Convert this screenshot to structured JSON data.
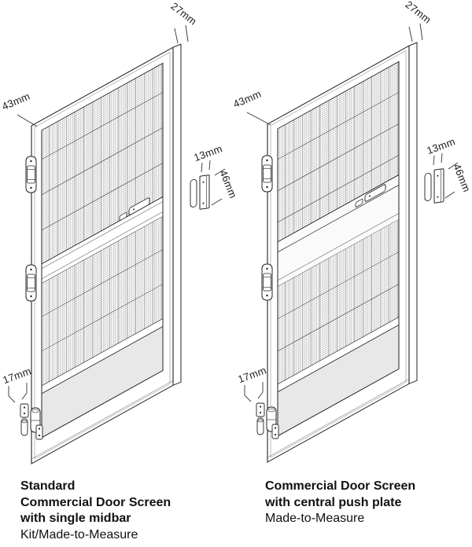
{
  "diagrams": {
    "left": {
      "dimensions": {
        "frame_depth": "27mm",
        "frame_width": "43mm",
        "catch_width": "13mm",
        "catch_height": "46mm",
        "hinge_width": "17mm"
      },
      "caption": {
        "lines": [
          "Standard",
          "Commercial Door Screen",
          "with single midbar",
          "Kit/Made-to-Measure"
        ]
      }
    },
    "right": {
      "dimensions": {
        "frame_depth": "27mm",
        "frame_width": "43mm",
        "catch_width": "13mm",
        "catch_height": "46mm",
        "hinge_width": "17mm"
      },
      "caption": {
        "lines": [
          "Commercial Door Screen",
          "with central push plate",
          "Made-to-Measure"
        ]
      }
    }
  },
  "colors": {
    "line": "#222222",
    "kick_plate": "#e8e8e8",
    "push_plate": "#fafafa",
    "background": "#ffffff",
    "text": "#111111"
  }
}
